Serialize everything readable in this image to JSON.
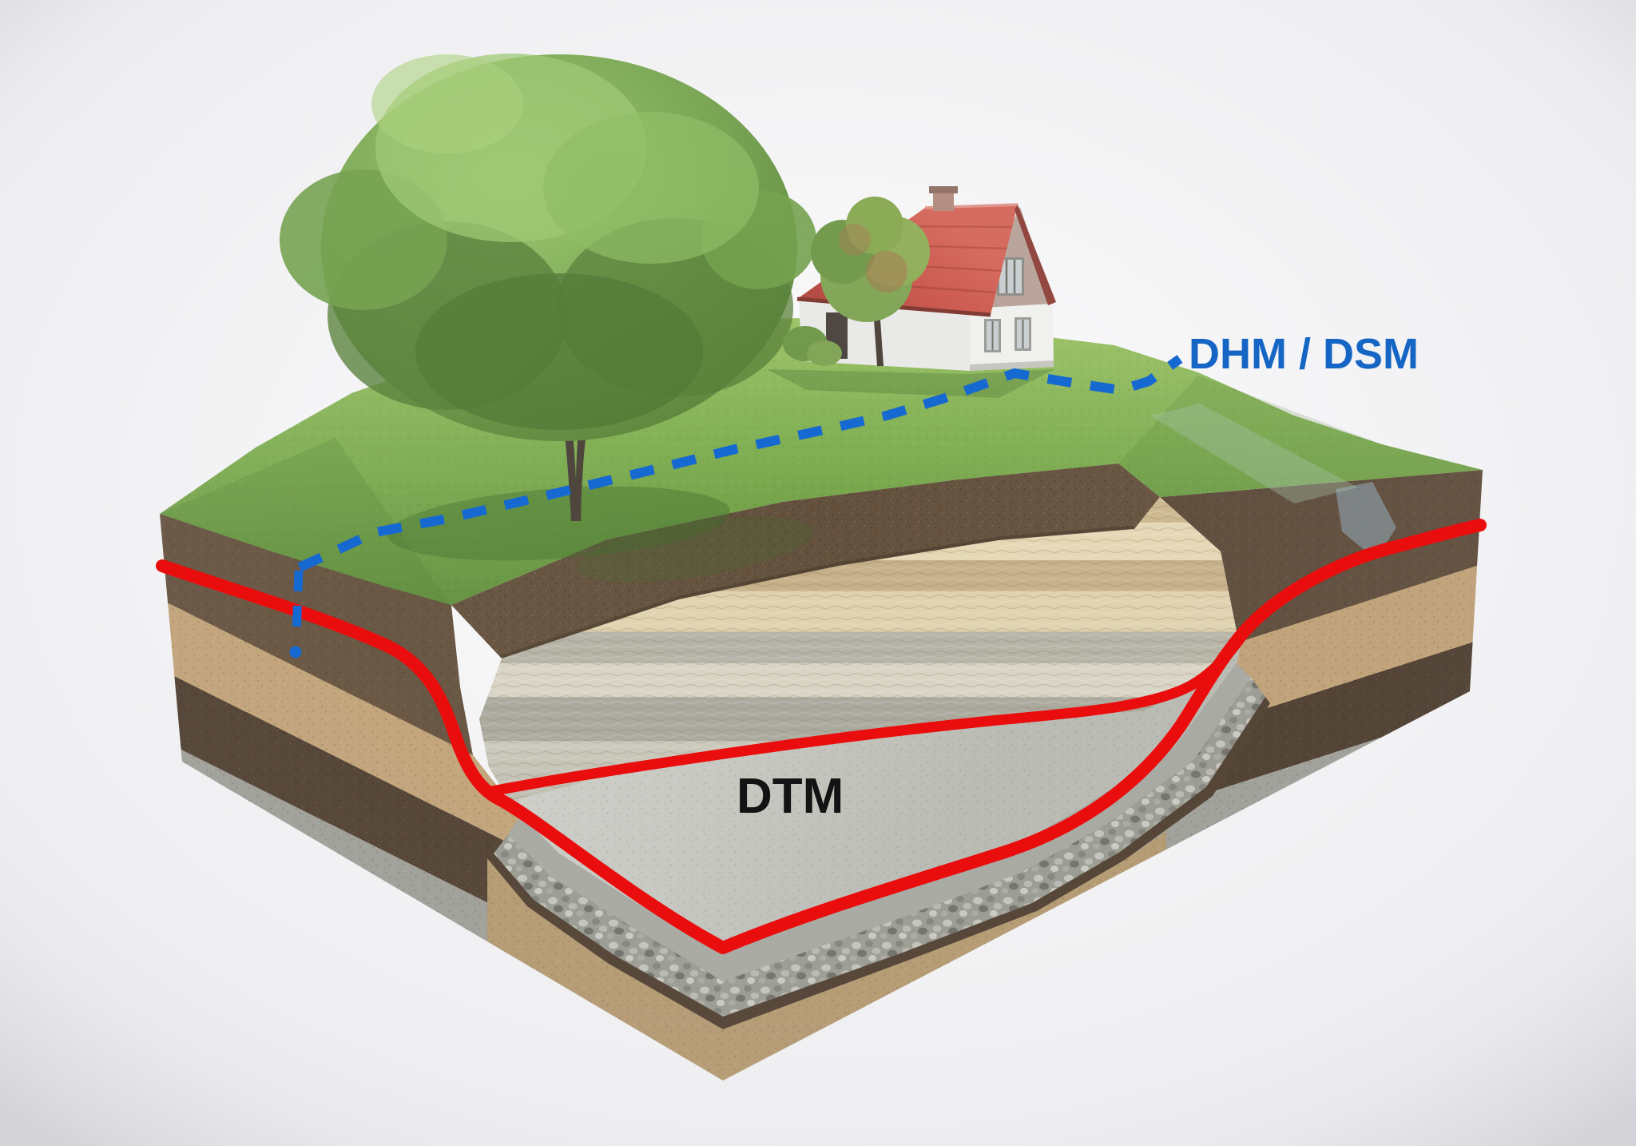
{
  "diagram": {
    "type": "terrain-elevation-cross-section",
    "labels": {
      "surface_model": "DHM / DSM",
      "terrain_model": "DTM"
    }
  },
  "colors": {
    "background_center": "#fbfbfc",
    "background_edge": "#e4e4e8",
    "dsm_line": "#1769d2",
    "dsm_text": "#1565c4",
    "dtm_line": "#ea0d0d",
    "dtm_text": "#131313",
    "grass_light": "#9cc266",
    "grass_mid": "#80af52",
    "grass_dark": "#5d8c3a",
    "grass_shadow": "#3f6b2a",
    "topsoil_brown": "#64513d",
    "subsoil_tan": "#c2a277",
    "clay_brown": "#4e3d2e",
    "gravel_gray": "#9e9e97",
    "sand_tan": "#b3986e",
    "pit_sand_light": "#e5d7b4",
    "pit_sand_mid": "#c6b089",
    "pit_gray": "#a9a89c",
    "pit_gray_light": "#d8d4c4",
    "slab_gray": "#c6c7c0",
    "slab_cut_gray": "#a6a7a0",
    "roof_red": "#c9544a",
    "roof_dark": "#8e4038",
    "wall_white": "#e9e9e7",
    "gable_tan": "#b7a298",
    "window_glass": "#c9ced1",
    "door_dark": "#4b443e",
    "chimney_brick": "#b18a7c",
    "canopy_green": "#74a34c",
    "canopy_dark": "#557d36",
    "canopy_light": "#9bc76d",
    "trunk_brown": "#4b4138",
    "water_blue": "#8fa7b8"
  }
}
